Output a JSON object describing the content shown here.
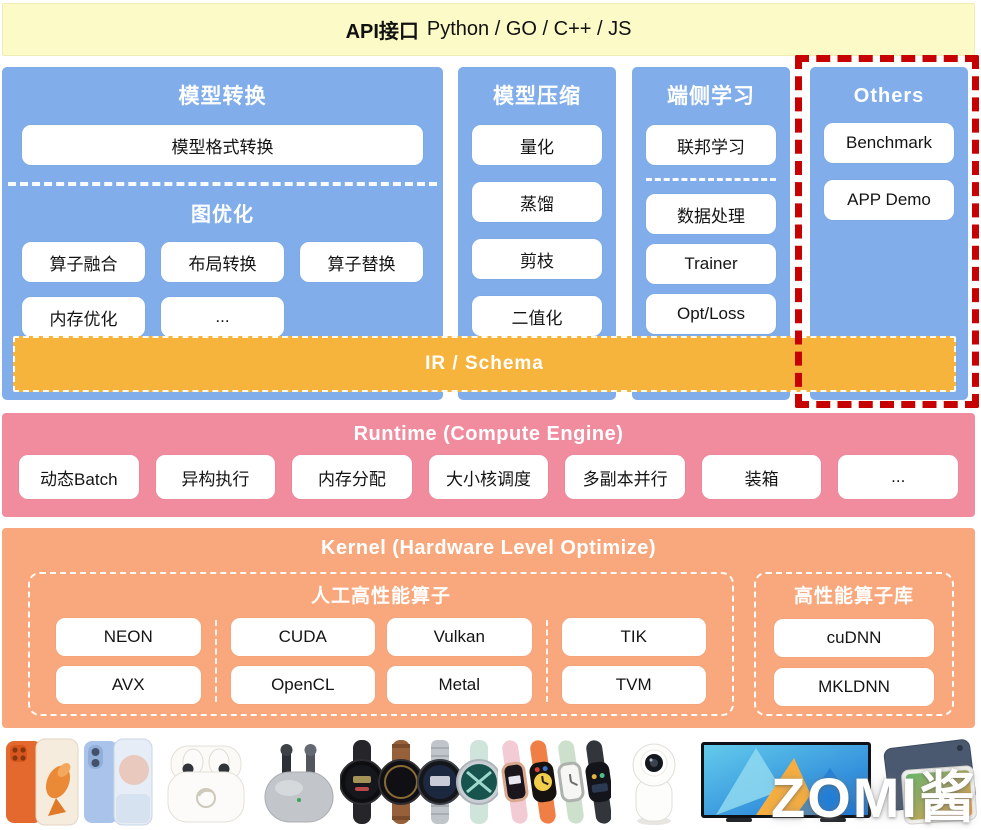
{
  "api_layer": {
    "title_bold": "API接口",
    "title_rest": "Python / GO / C++ / JS"
  },
  "model_convert": {
    "title": "模型转换",
    "format_item": "模型格式转换",
    "graph_opt_title": "图优化",
    "graph_opt_items": [
      "算子融合",
      "布局转换",
      "算子替换",
      "内存优化",
      "..."
    ]
  },
  "model_compress": {
    "title": "模型压缩",
    "items": [
      "量化",
      "蒸馏",
      "剪枝",
      "二值化"
    ]
  },
  "device_learning": {
    "title": "端侧学习",
    "federated_item": "联邦学习",
    "items": [
      "数据处理",
      "Trainer",
      "Opt/Loss"
    ]
  },
  "others": {
    "title": "Others",
    "items": [
      "Benchmark",
      "APP Demo"
    ]
  },
  "ir_bar": {
    "label": "IR / Schema"
  },
  "runtime": {
    "title": "Runtime (Compute Engine)",
    "items": [
      "动态Batch",
      "异构执行",
      "内存分配",
      "大小核调度",
      "多副本并行",
      "装箱",
      "..."
    ]
  },
  "kernel": {
    "title": "Kernel (Hardware Level Optimize)",
    "manual": {
      "title": "人工高性能算子",
      "columns": [
        [
          "NEON",
          "AVX"
        ],
        [
          "CUDA",
          "OpenCL"
        ],
        [
          "Vulkan",
          "Metal"
        ],
        [
          "TIK",
          "TVM"
        ]
      ]
    },
    "libs": {
      "title": "高性能算子库",
      "items": [
        "cuDNN",
        "MKLDNN"
      ]
    }
  },
  "products": {
    "watermark": "ZOMI酱",
    "images": [
      "orange-phone",
      "blue-phone",
      "white-earbuds-case",
      "silver-earbuds-case",
      "round-smartwatches",
      "watch-fit-bands",
      "security-camera",
      "smart-tv",
      "tablet"
    ]
  },
  "colors": {
    "api_banner_yellow": "#FCFAC6",
    "panel_blue": "#81ADEA",
    "ir_orange": "#F6B43C",
    "runtime_pink": "#F08C9E",
    "kernel_orange": "#F8A87C",
    "highlight_red": "#C70202",
    "node_white": "#FFFFFF"
  }
}
